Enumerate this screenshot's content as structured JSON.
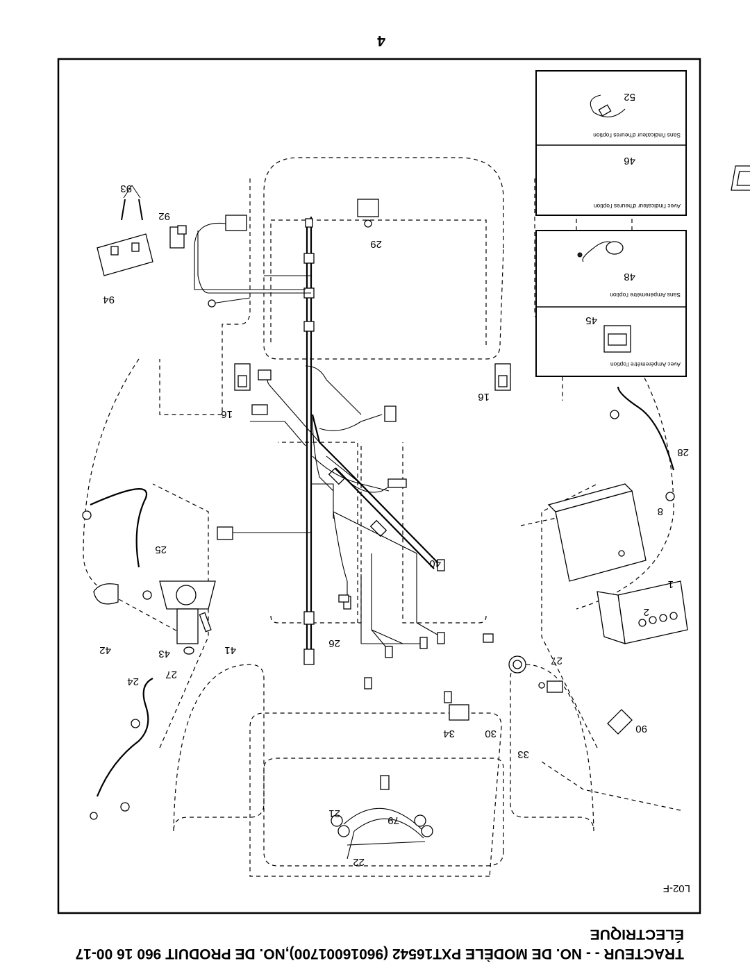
{
  "page": {
    "number": "4",
    "title_line1": "TRACTEUR - - NO. DE MODÈLE PXT16542 (96016001700),NO. DE PRODUIT 960 16 00-17",
    "title_line2": "ÉLECTRIQUE",
    "drawing_code": "L02-F"
  },
  "option_boxes": [
    {
      "caption": "Sans l'indicateur d'heures l'option",
      "part": "52"
    },
    {
      "caption": "Avec l'indicateur d'heures l'option",
      "part": "46"
    },
    {
      "caption": "Sans Ampéremétre l'option",
      "part": "48"
    },
    {
      "caption": "Avec Ampéremétre l'option",
      "part": "45"
    }
  ],
  "callouts": {
    "p93": "93",
    "p92": "92",
    "p94": "94",
    "p29": "29",
    "p16a": "16",
    "p16b": "16",
    "p28": "28",
    "p8": "8",
    "p25": "25",
    "p40": "40",
    "p1": "1",
    "p2": "2",
    "p42": "42",
    "p43": "43",
    "p41": "41",
    "p27a": "27",
    "p27b": "27",
    "p26": "26",
    "p24": "24",
    "p34": "34",
    "p30": "30",
    "p90": "90",
    "p33": "33",
    "p21": "21",
    "p79": "79",
    "p22": "22"
  }
}
